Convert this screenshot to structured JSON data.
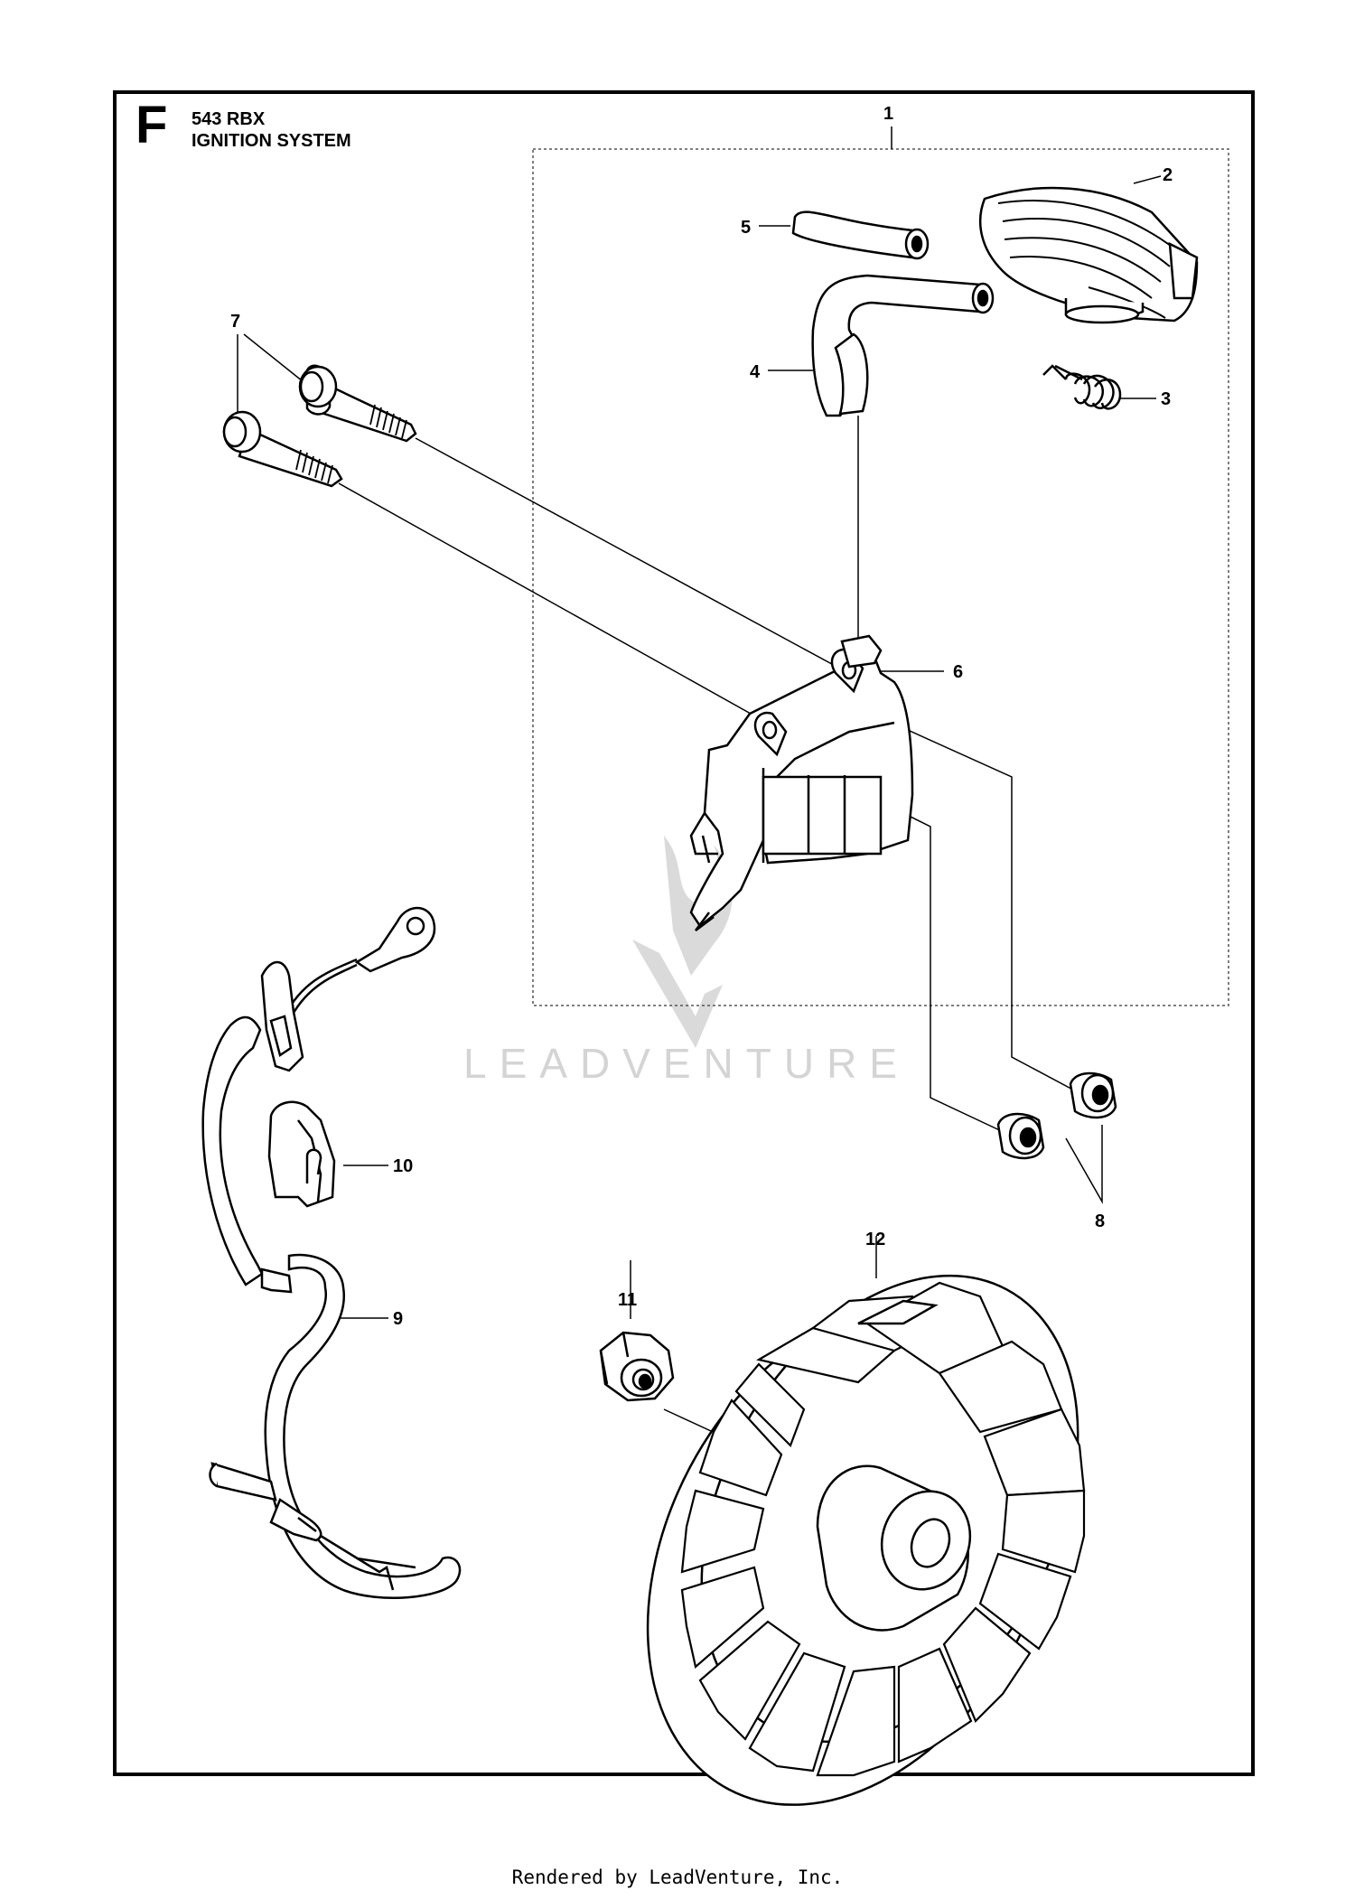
{
  "header": {
    "section_letter": "F",
    "model": "543 RBX",
    "title": "IGNITION SYSTEM"
  },
  "callouts": {
    "c1": "1",
    "c2": "2",
    "c3": "3",
    "c4": "4",
    "c5": "5",
    "c6": "6",
    "c7": "7",
    "c8": "8",
    "c9": "9",
    "c10": "10",
    "c11": "11",
    "c12": "12"
  },
  "watermark": "LEADVENTURE",
  "footer": "Rendered by LeadVenture, Inc."
}
